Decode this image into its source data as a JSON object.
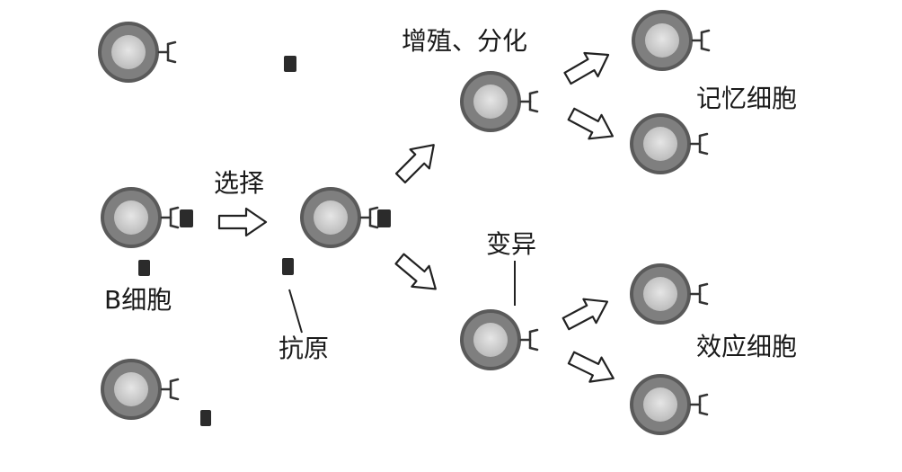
{
  "labels": {
    "b_cell": "B细胞",
    "select": "选择",
    "antigen": "抗原",
    "proliferate": "增殖、分化",
    "mutation": "变异",
    "memory_cells": "记忆细胞",
    "effector_cells": "效应细胞"
  },
  "colors": {
    "membrane": "#4a4a4a",
    "cytoplasm": "#7c7c7c",
    "nucleus": "#cfcfcf",
    "antigen": "#2b2b2b",
    "arrow_stroke": "#222222"
  }
}
